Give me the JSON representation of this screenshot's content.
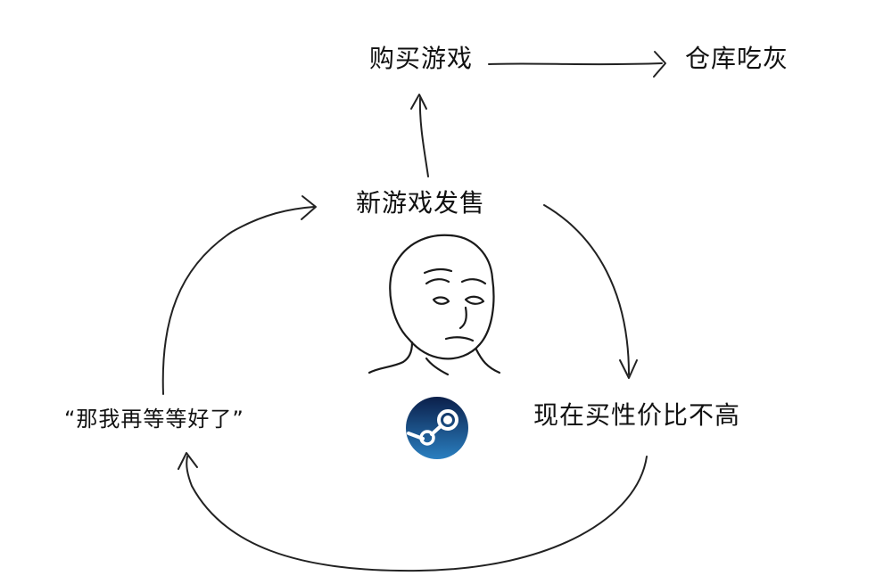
{
  "labels": {
    "buy_game": "购买游戏",
    "gather_dust": "仓库吃灰",
    "new_game_release": "新游戏发售",
    "not_worth_now": "现在买性价比不高",
    "wait_more": "“那我再等等好了”"
  },
  "icons": {
    "center_figure": "wojak-face-icon",
    "platform_logo": "steam-logo-icon"
  },
  "colors": {
    "logo_dark": "#0b1f4a",
    "logo_light": "#2a7fc0",
    "ink": "#222222"
  }
}
